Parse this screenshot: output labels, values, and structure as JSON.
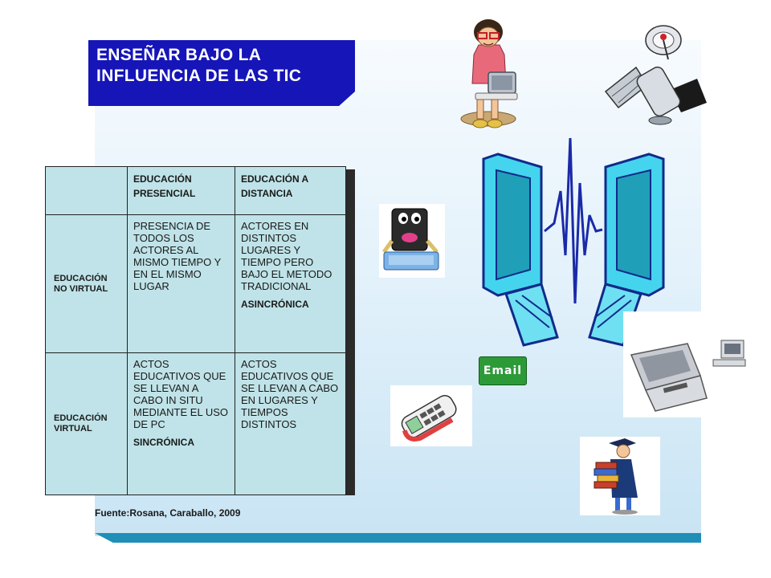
{
  "title": "ENSEÑAR BAJO LA INFLUENCIA DE LAS TIC",
  "table": {
    "columns": [
      "EDUCACIÓN PRESENCIAL",
      "EDUCACIÓN A DISTANCIA"
    ],
    "rows": [
      {
        "label": "EDUCACIÓN NO VIRTUAL",
        "presencial": "PRESENCIA DE TODOS LOS ACTORES AL MISMO TIEMPO Y EN EL MISMO LUGAR",
        "presencial_tag": "",
        "distancia": "ACTORES EN DISTINTOS LUGARES Y TIEMPO PERO BAJO EL METODO TRADICIONAL",
        "distancia_tag": "ASINCRÓNICA"
      },
      {
        "label": "EDUCACIÓN VIRTUAL",
        "presencial": "ACTOS EDUCATIVOS QUE SE LLEVAN A CABO IN SITU MEDIANTE EL USO DE PC",
        "presencial_tag": "SINCRÓNICA",
        "distancia": "ACTOS EDUCATIVOS QUE SE LLEVAN A CABO EN LUGARES Y TIEMPOS DISTINTOS",
        "distancia_tag": ""
      }
    ]
  },
  "source": "Fuente:Rosana,  Caraballo,  2009",
  "email_label": "Email",
  "colors": {
    "title_bg": "#1515b8",
    "table_bg": "#bfe3e8",
    "accent_bar": "#1f8fb8"
  },
  "icons": [
    "girl-laptop-icon",
    "satellite-icon",
    "linked-computers-icon",
    "computer-character-icon",
    "email-icon",
    "computer-icon",
    "mobile-phone-icon",
    "graduate-icon"
  ]
}
